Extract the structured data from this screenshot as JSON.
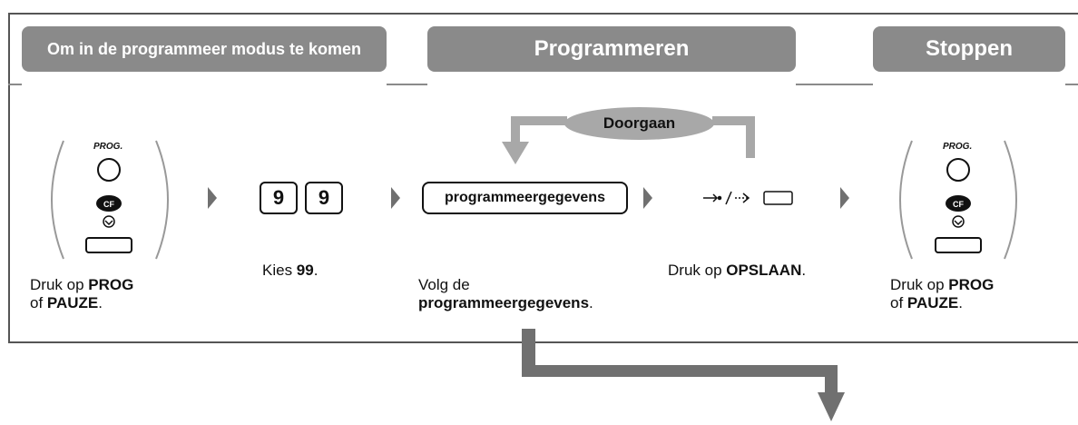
{
  "headers": {
    "enter_mode": "Om in de programmeer modus te komen",
    "program": "Programmeren",
    "stop": "Stoppen"
  },
  "continue_label": "Doorgaan",
  "step1": {
    "key_label": "PROG.",
    "text_pre": "Druk op ",
    "text_bold1": "PROG",
    "text_mid": "of ",
    "text_bold2": "PAUZE",
    "text_end": "."
  },
  "step2": {
    "keys": [
      "9",
      "9"
    ],
    "text_pre": "Kies ",
    "text_bold": "99",
    "text_end": "."
  },
  "step3": {
    "box_label": "programmeergegevens",
    "text_line1": "Volg de",
    "text_bold": "programmeergegevens",
    "text_end": "."
  },
  "step4": {
    "text_pre": "Druk op ",
    "text_bold": "OPSLAAN",
    "text_end": "."
  },
  "step5": {
    "key_label": "PROG.",
    "text_pre": "Druk op ",
    "text_bold1": "PROG",
    "text_mid": "of ",
    "text_bold2": "PAUZE",
    "text_end": "."
  },
  "colors": {
    "header_bg": "#8a8a8a",
    "arrow_gray": "#a8a8a8",
    "flow_arrow": "#707070",
    "frame": "#555555"
  }
}
